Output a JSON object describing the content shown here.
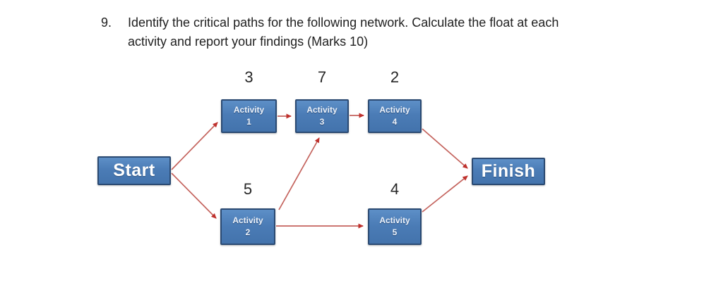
{
  "question": {
    "number": "9.",
    "line1": "Identify the critical paths for the following network. Calculate the float at each",
    "line2": "activity and report your findings (Marks 10)"
  },
  "diagram": {
    "nodes": {
      "start": {
        "label": "Start"
      },
      "finish": {
        "label": "Finish"
      },
      "activity1": {
        "title": "Activity",
        "id": "1",
        "duration": "3"
      },
      "activity3": {
        "title": "Activity",
        "id": "3",
        "duration": "7"
      },
      "activity4": {
        "title": "Activity",
        "id": "4",
        "duration": "2"
      },
      "activity2": {
        "title": "Activity",
        "id": "2",
        "duration": "5"
      },
      "activity5": {
        "title": "Activity",
        "id": "5",
        "duration": "4"
      }
    },
    "edges": [
      {
        "from": "start",
        "to": "activity-1"
      },
      {
        "from": "start",
        "to": "activity-2"
      },
      {
        "from": "activity-1",
        "to": "activity-3"
      },
      {
        "from": "activity-2",
        "to": "activity-3"
      },
      {
        "from": "activity-3",
        "to": "activity-4"
      },
      {
        "from": "activity-2",
        "to": "activity-5"
      },
      {
        "from": "activity-4",
        "to": "finish"
      },
      {
        "from": "activity-5",
        "to": "finish"
      }
    ],
    "colors": {
      "node_fill": "#4F81BD",
      "node_border": "#2B4A72",
      "arrow_line": "#C4635D",
      "arrow_head": "#BF312D",
      "duration_text": "#262626"
    }
  }
}
